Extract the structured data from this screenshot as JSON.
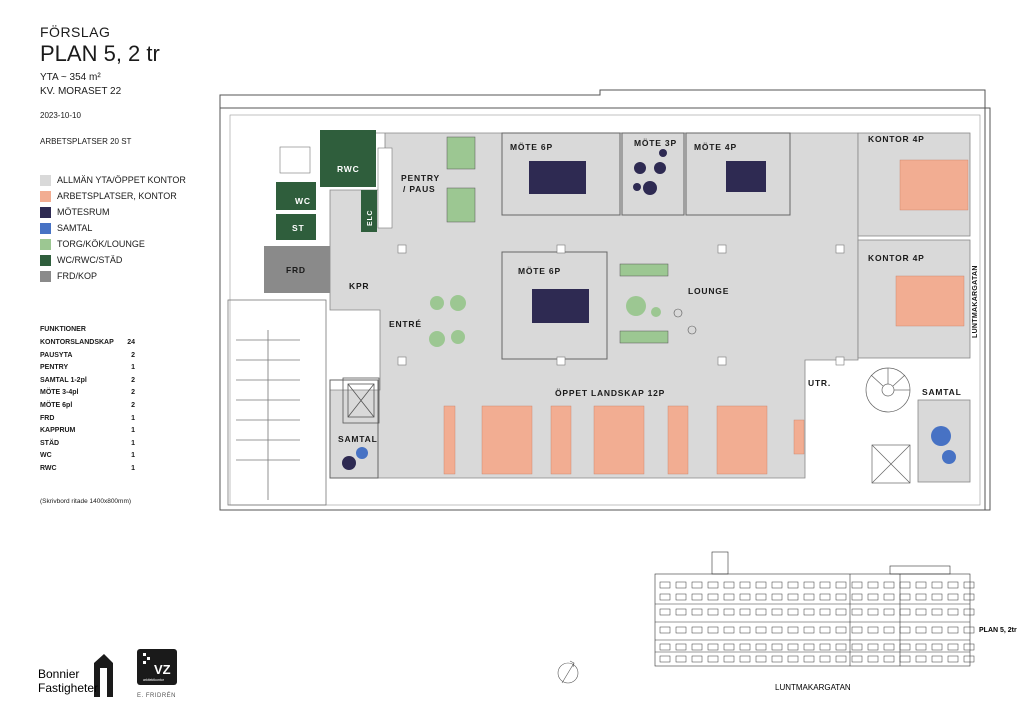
{
  "header": {
    "subtitle": "FÖRSLAG",
    "title": "PLAN 5, 2 tr",
    "area": "YTA ~ 354 m²",
    "property": "KV. MORASET 22",
    "date": "2023-10-10",
    "workplaces": "ARBETSPLATSER 20 ST"
  },
  "colors": {
    "common": "#d9d9d9",
    "workplace": "#f2ad92",
    "meeting": "#2e2a52",
    "phone": "#4772c4",
    "lounge": "#9cc792",
    "wc": "#2f5e3c",
    "frd": "#8a8a8a",
    "wall": "#555555"
  },
  "legend": [
    {
      "label": "ALLMÄN YTA/ÖPPET KONTOR",
      "color": "#d9d9d9"
    },
    {
      "label": "ARBETSPLATSER, KONTOR",
      "color": "#f2ad92"
    },
    {
      "label": "MÖTESRUM",
      "color": "#2e2a52"
    },
    {
      "label": "SAMTAL",
      "color": "#4772c4"
    },
    {
      "label": "TORG/KÖK/LOUNGE",
      "color": "#9cc792"
    },
    {
      "label": "WC/RWC/STÄD",
      "color": "#2f5e3c"
    },
    {
      "label": "FRD/KOP",
      "color": "#8a8a8a"
    }
  ],
  "functions": {
    "heading": "FUNKTIONER",
    "rows": [
      {
        "name": "KONTORSLANDSKAP",
        "count": "24"
      },
      {
        "name": "PAUSYTA",
        "count": "2"
      },
      {
        "name": "PENTRY",
        "count": "1"
      },
      {
        "name": "SAMTAL 1-2pl",
        "count": "2"
      },
      {
        "name": "MÖTE 3-4pl",
        "count": "2"
      },
      {
        "name": "MÖTE 6pl",
        "count": "2"
      },
      {
        "name": "FRD",
        "count": "1"
      },
      {
        "name": "KAPPRUM",
        "count": "1"
      },
      {
        "name": "STÄD",
        "count": "1"
      },
      {
        "name": "WC",
        "count": "1"
      },
      {
        "name": "RWC",
        "count": "1"
      }
    ],
    "note": "(Skrivbord ritade 1400x800mm)"
  },
  "rooms": {
    "rwc": "RWC",
    "wc": "WC",
    "st": "ST",
    "elc": "ELC",
    "frd": "FRD",
    "kpr": "KPR",
    "entre": "ENTRÉ",
    "pentry1": "PENTRY",
    "pentry2": "/ PAUS",
    "mote6a": "MÖTE 6P",
    "mote3": "MÖTE 3P",
    "mote4": "MÖTE 4P",
    "kontor4a": "KONTOR 4P",
    "kontor4b": "KONTOR 4P",
    "mote6b": "MÖTE 6P",
    "lounge": "LOUNGE",
    "oppet": "ÖPPET LANDSKAP 12P",
    "samtal_left": "SAMTAL",
    "samtal_right": "SAMTAL",
    "utr": "UTR.",
    "street_side": "LUNTMAKARGATAN"
  },
  "elevation": {
    "plan_label": "PLAN 5, 2tr",
    "street": "LUNTMAKARGATAN"
  },
  "logos": {
    "bonnier1": "Bonnier",
    "bonnier2": "Fastigheter",
    "vz": "VZ",
    "vz_sub": "arkitektkontor",
    "designer": "E. FRIDRÉN"
  }
}
